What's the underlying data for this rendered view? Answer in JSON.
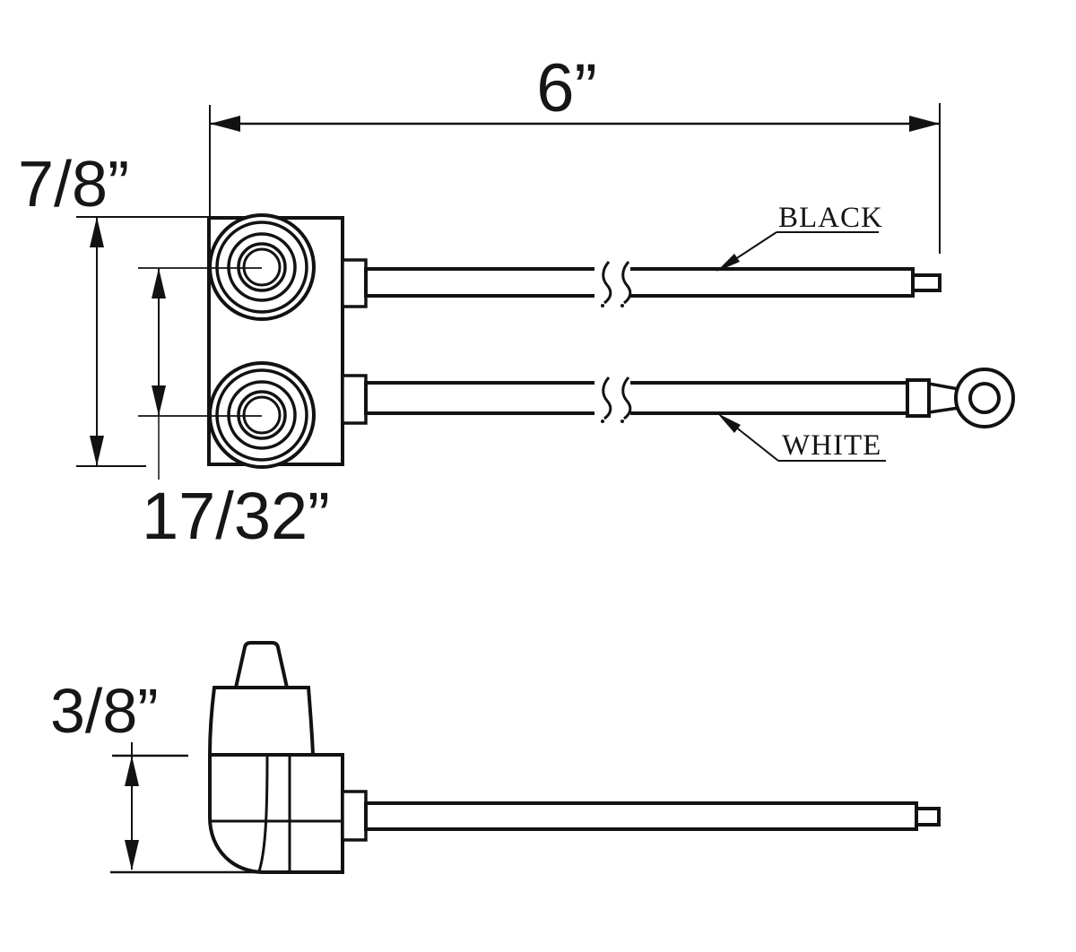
{
  "drawing": {
    "background_color": "#ffffff",
    "line_color": "#121212",
    "dimensions": {
      "overall_length": "6”",
      "height": "7/8”",
      "terminal_spacing": "17/32”",
      "side_height": "3/8”"
    },
    "wire_labels": {
      "top_wire": "BLACK",
      "bottom_wire": "WHITE"
    }
  }
}
